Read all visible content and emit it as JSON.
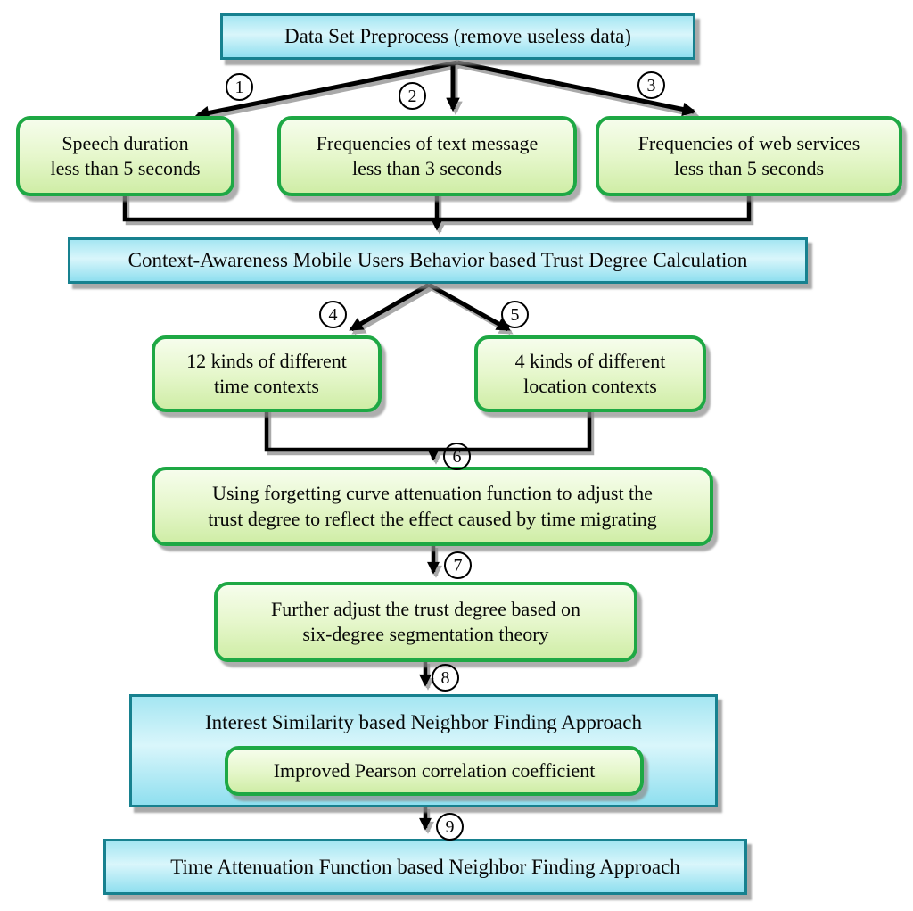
{
  "flowchart": {
    "nodes": {
      "preprocess": "Data Set Preprocess (remove useless data)",
      "speech_duration": {
        "line1": "Speech duration",
        "line2": "less than 5 seconds"
      },
      "text_message": {
        "line1": "Frequencies of text message",
        "line2": "less than 3 seconds"
      },
      "web_services": {
        "line1": "Frequencies of web services",
        "line2": "less than 5 seconds"
      },
      "trust_degree_calc": "Context-Awareness Mobile Users Behavior based Trust Degree Calculation",
      "time_contexts": {
        "line1": "12 kinds of different",
        "line2": "time contexts"
      },
      "location_contexts": {
        "line1": "4 kinds of different",
        "line2": "location contexts"
      },
      "forgetting_curve": {
        "line1": "Using forgetting curve attenuation function to adjust the",
        "line2": "trust degree to reflect the effect caused by time migrating"
      },
      "six_degree": {
        "line1": "Further adjust the trust degree based on",
        "line2": "six-degree segmentation theory"
      },
      "interest_similarity": "Interest Similarity based Neighbor Finding Approach",
      "pearson": "Improved Pearson correlation coefficient",
      "time_attenuation": "Time Attenuation Function based Neighbor Finding Approach"
    },
    "step_markers": [
      "1",
      "2",
      "3",
      "4",
      "5",
      "6",
      "7",
      "8",
      "9"
    ],
    "colors": {
      "blue_border": "#17818f",
      "blue_fill_top": "#a5e6f2",
      "blue_fill_bottom": "#8fdfef",
      "green_border": "#1ea844",
      "green_fill_top": "#f6fdec",
      "green_fill_bottom": "#cfeda6",
      "arrow": "#000000",
      "arrow_shadow": "#a9a9a9",
      "background": "#ffffff"
    }
  }
}
